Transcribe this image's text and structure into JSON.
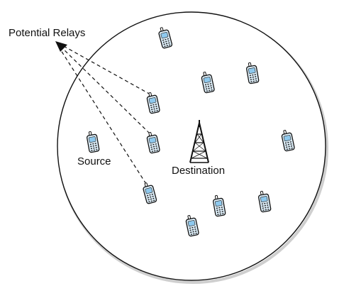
{
  "labels": {
    "potential_relays": "Potential Relays",
    "source": "Source",
    "destination": "Destination"
  },
  "icons": {
    "phone": "mobile-phone-icon",
    "tower": "cell-tower-icon"
  },
  "colors": {
    "phone_body": "#dff0fb",
    "phone_screen": "#8ec9ee",
    "outline": "#111111"
  }
}
